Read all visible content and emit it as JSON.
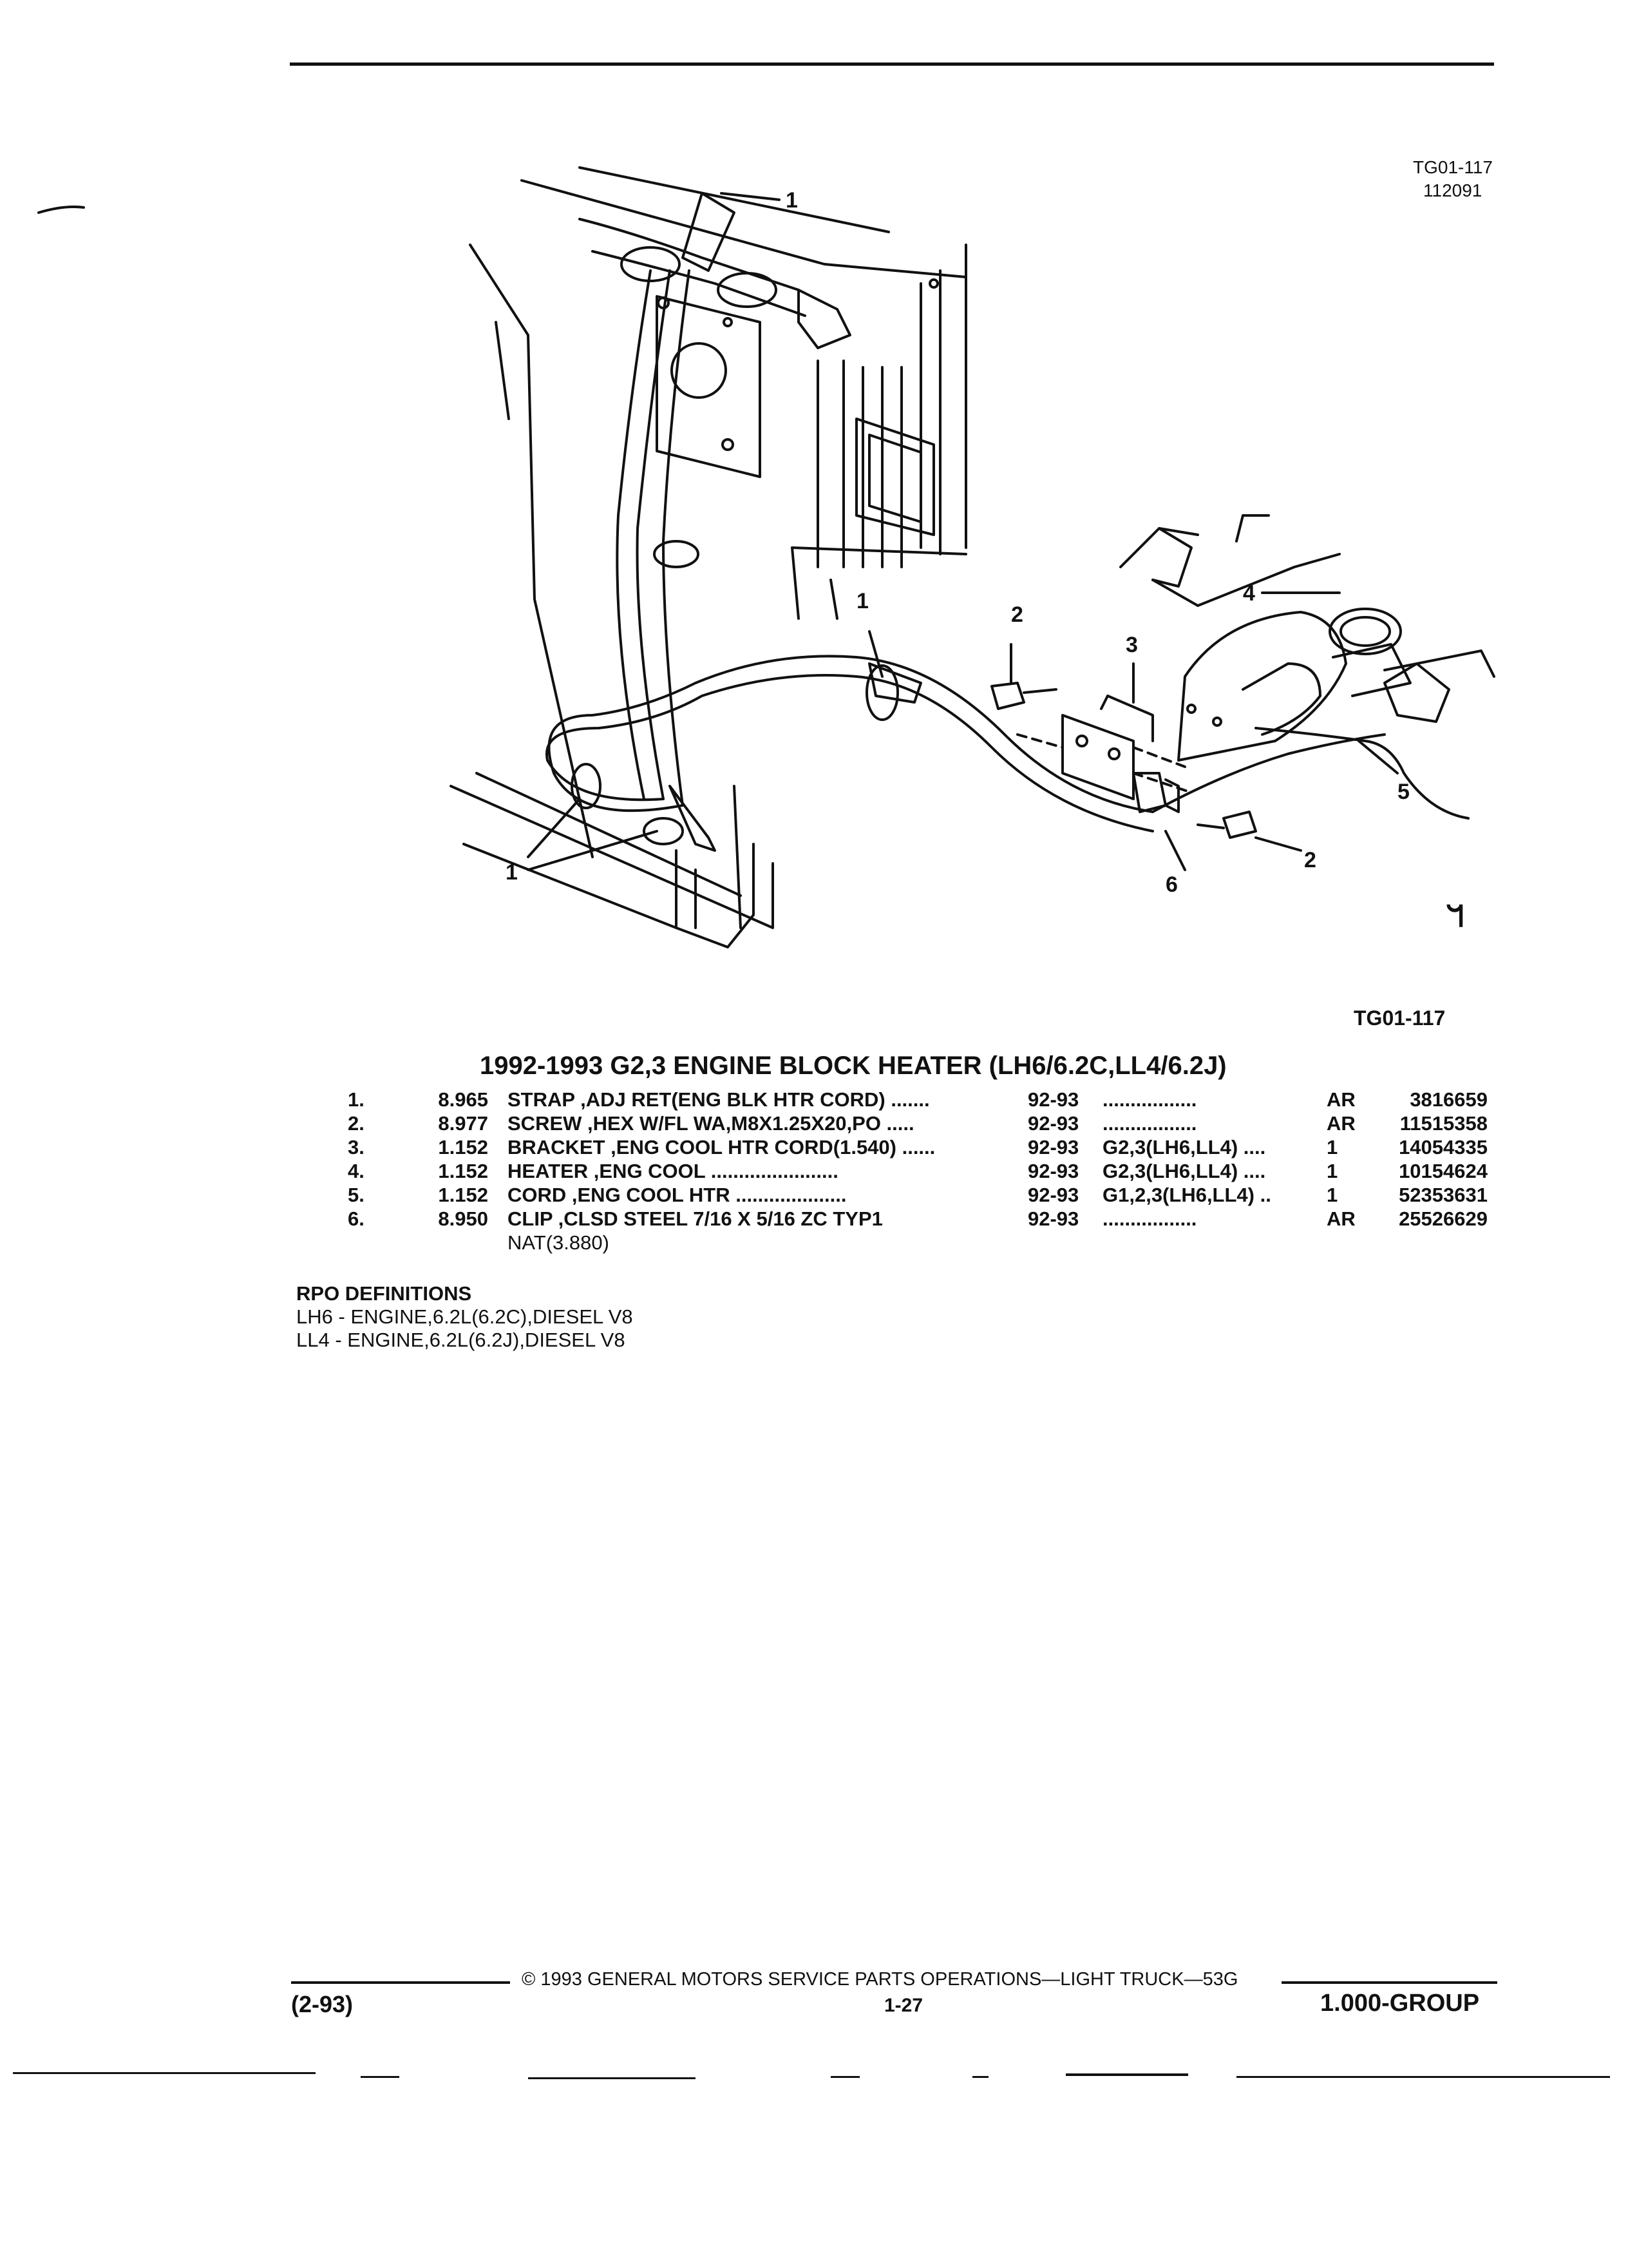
{
  "header": {
    "figure_id": "TG01-117",
    "figure_date": "112091"
  },
  "diagram": {
    "callouts": [
      "1",
      "1",
      "1",
      "2",
      "2",
      "3",
      "4",
      "5",
      "6"
    ],
    "corner_glyph": "ᖻ",
    "figure_ref": "TG01-117"
  },
  "title": "1992-1993 G2,3 ENGINE BLOCK HEATER (LH6/6.2C,LL4/6.2J)",
  "parts": [
    {
      "num": "1.",
      "group": "8.965",
      "desc": "STRAP ,ADJ RET(ENG BLK HTR CORD) .......",
      "years": "92-93",
      "app": ".................",
      "qty": "AR",
      "pn": "3816659"
    },
    {
      "num": "2.",
      "group": "8.977",
      "desc": "SCREW ,HEX W/FL WA,M8X1.25X20,PO .....",
      "years": "92-93",
      "app": ".................",
      "qty": "AR",
      "pn": "11515358"
    },
    {
      "num": "3.",
      "group": "1.152",
      "desc": "BRACKET ,ENG COOL HTR CORD(1.540) ......",
      "years": "92-93",
      "app": "G2,3(LH6,LL4) ....",
      "qty": "1",
      "pn": "14054335"
    },
    {
      "num": "4.",
      "group": "1.152",
      "desc": "HEATER ,ENG COOL .......................",
      "years": "92-93",
      "app": "G2,3(LH6,LL4) ....",
      "qty": "1",
      "pn": "10154624"
    },
    {
      "num": "5.",
      "group": "1.152",
      "desc": "CORD ,ENG COOL HTR ....................",
      "years": "92-93",
      "app": "G1,2,3(LH6,LL4) ..",
      "qty": "1",
      "pn": "52353631"
    },
    {
      "num": "6.",
      "group": "8.950",
      "desc": "CLIP ,CLSD STEEL 7/16 X 5/16 ZC TYP1",
      "years": "92-93",
      "app": ".................",
      "qty": "AR",
      "pn": "25526629"
    }
  ],
  "parts_note": "NAT(3.880)",
  "rpo": {
    "heading": "RPO DEFINITIONS",
    "lines": [
      "LH6 - ENGINE,6.2L(6.2C),DIESEL V8",
      "LL4 - ENGINE,6.2L(6.2J),DIESEL V8"
    ]
  },
  "footer": {
    "copyright": "© 1993 GENERAL MOTORS SERVICE PARTS OPERATIONS—LIGHT TRUCK—53G",
    "date_code": "(2-93)",
    "page": "1-27",
    "group": "1.000-GROUP"
  }
}
